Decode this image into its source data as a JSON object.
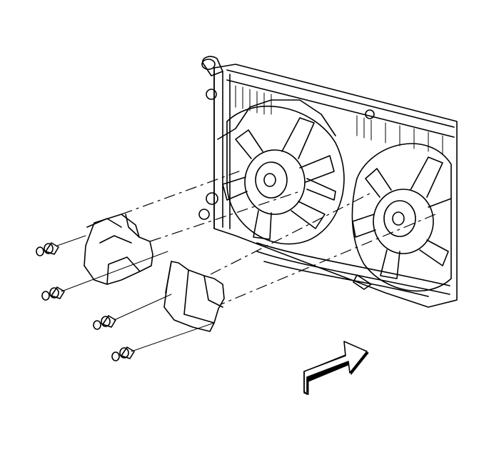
{
  "diagram": {
    "components": [
      "radiator",
      "left-cooling-fan",
      "right-cooling-fan",
      "left-fan-shroud-cover",
      "right-fan-shroud-cover",
      "bolt"
    ],
    "bolt_count": 4,
    "direction_indicator": "front-of-vehicle-arrow",
    "colors": {
      "line": "#000000",
      "background": "#ffffff"
    }
  }
}
